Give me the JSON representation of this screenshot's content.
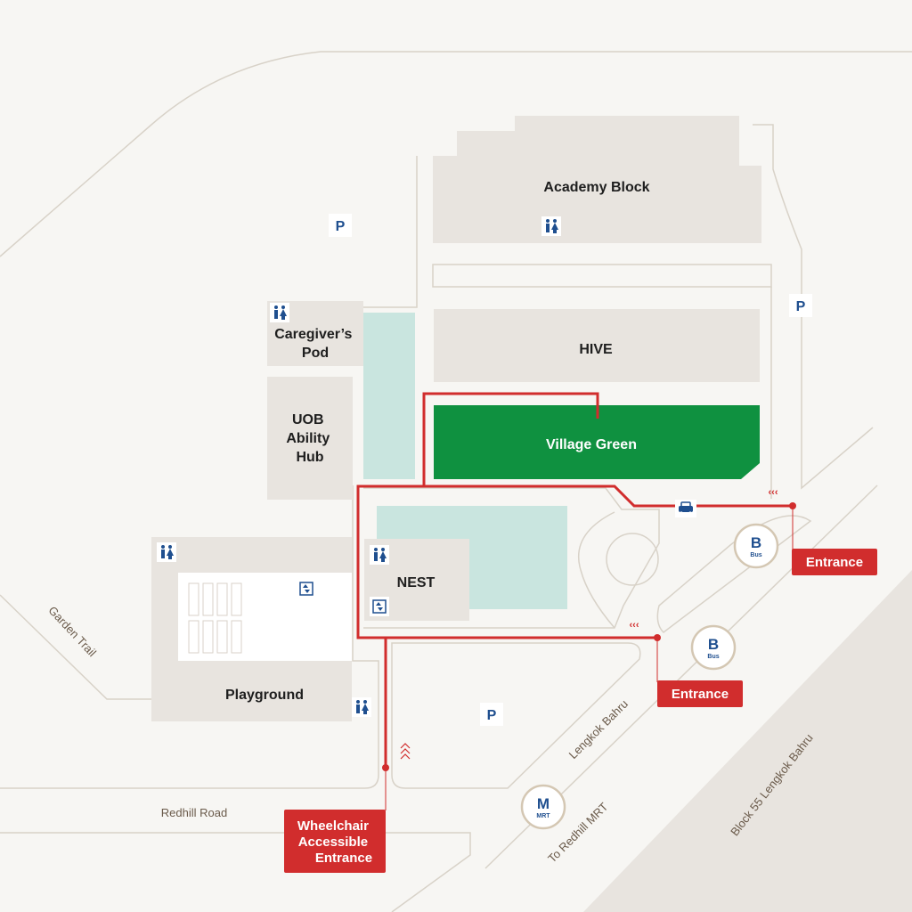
{
  "colors": {
    "background": "#f7f6f3",
    "building": "#e8e4df",
    "outline": "#d8d2c8",
    "greenery": "#c9e5df",
    "village_green": "#0f9140",
    "route": "#d12d2d",
    "icon_blue": "#1f4f8f",
    "circle_ring": "#d4c7b3"
  },
  "buildings": {
    "academy_block": "Academy Block",
    "hive": "HIVE",
    "village_green": "Village Green",
    "caregivers_pod": [
      "Caregiver’s",
      "Pod"
    ],
    "uob_ability_hub": [
      "UOB",
      "Ability",
      "Hub"
    ],
    "nest": "NEST",
    "playground": "Playground"
  },
  "roads": {
    "garden_trail": "Garden Trail",
    "redhill_road": "Redhill Road",
    "lengkok_bahru": "Lengkok Bahru",
    "to_redhill_mrt": "To Redhill MRT",
    "block_55": "Block 55 Lengkok Bahru"
  },
  "entrances": {
    "east": "Entrance",
    "south": "Entrance",
    "wheelchair": [
      "Wheelchair",
      "Accessible",
      "Entrance"
    ]
  },
  "markers": {
    "parking": "P",
    "bus": "B",
    "bus_sub": "Bus",
    "mrt": "M",
    "mrt_sub": "MRT",
    "chevrons_left": "‹‹‹",
    "chevrons_up": "^^^"
  },
  "icons": {
    "toilet": "toilet-icon",
    "lift": "lift-icon",
    "taxi": "taxi-icon"
  }
}
